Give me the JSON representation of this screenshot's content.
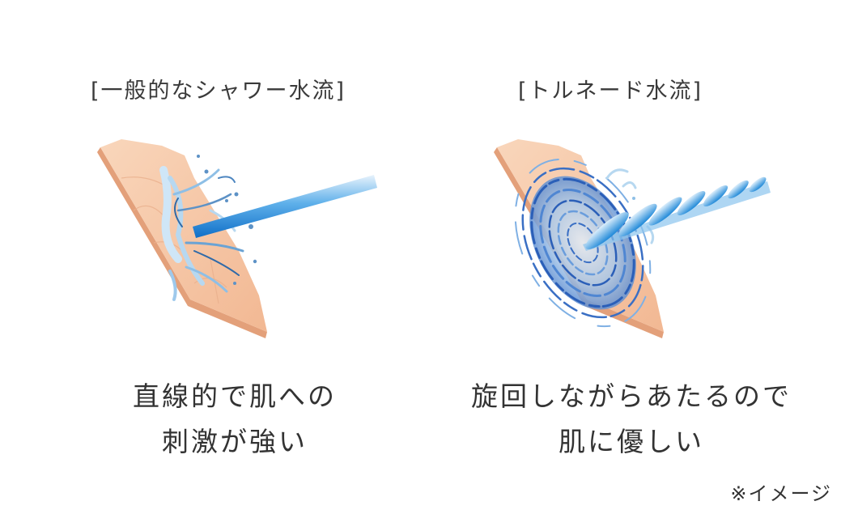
{
  "panels": [
    {
      "id": "standard",
      "heading": "[一般的なシャワー水流]",
      "illustration": "straight-water-jet-on-skin",
      "caption_lines": [
        "直線的で肌への",
        "刺激が強い"
      ]
    },
    {
      "id": "tornado",
      "heading": "[トルネード水流]",
      "illustration": "spiral-water-jet-on-skin",
      "caption_lines": [
        "旋回しながらあたるので",
        "肌に優しい"
      ]
    }
  ],
  "note": "※イメージ",
  "colors": {
    "text": "#333333",
    "skin_light": "#f7cfb0",
    "skin_mid": "#f0b48e",
    "skin_edge": "#e3a07a",
    "water_blue": "#1a7fd4",
    "water_light": "#cfe6f7",
    "swirl_dark": "#2b5fb8",
    "background": "#ffffff"
  }
}
